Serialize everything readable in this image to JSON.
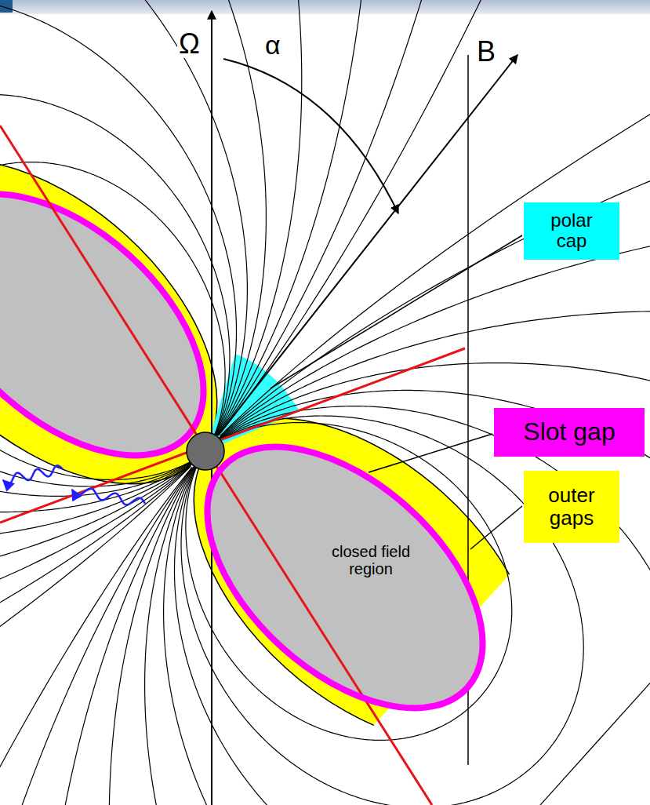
{
  "diagram": {
    "nodes": [
      {
        "text": [
          "polar cap"
        ]
      },
      {
        "text": [
          "Slot gap"
        ]
      },
      {
        "text": [
          "outer gaps"
        ]
      },
      {
        "text": [
          "closed field region"
        ]
      }
    ],
    "labels": [
      "Ω",
      "α",
      "B"
    ]
  }
}
